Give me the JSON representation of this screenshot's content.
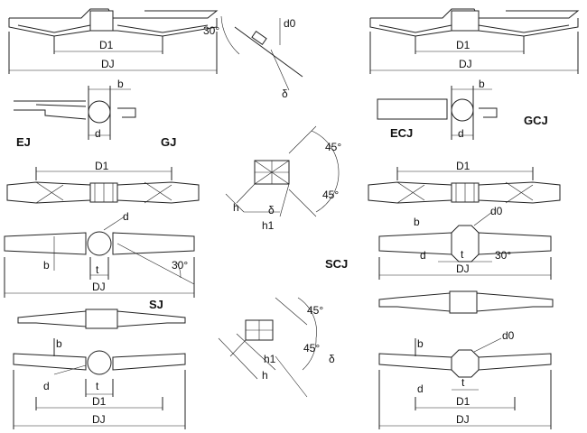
{
  "labels": {
    "D1": "D1",
    "DJ": "DJ",
    "d0": "d0",
    "delta": "δ",
    "angle30": "30°",
    "angle45": "45°",
    "b": "b",
    "t": "t",
    "d": "d",
    "h": "h",
    "h1": "h1"
  },
  "types": {
    "EJ": "EJ",
    "GJ": "GJ",
    "ECJ": "ECJ",
    "GCJ": "GCJ",
    "SJ": "SJ",
    "SCJ": "SCJ"
  }
}
